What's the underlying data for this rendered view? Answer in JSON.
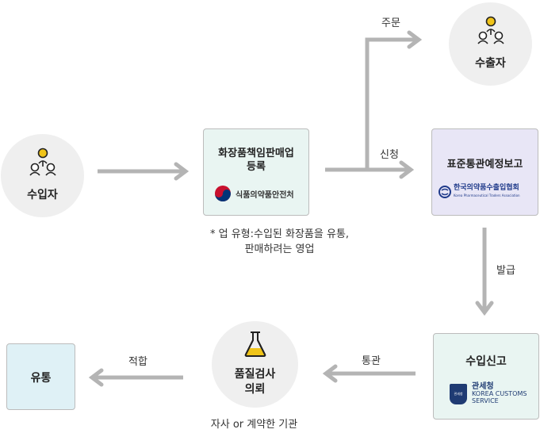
{
  "nodes": {
    "importer": {
      "label": "수입자"
    },
    "exporter": {
      "label": "수출자"
    },
    "registration": {
      "label_line1": "화장품책임판매업",
      "label_line2": "등록",
      "org": "식품의약품안전처"
    },
    "standard_report": {
      "label": "표준통관예정보고",
      "org": "한국의약품수출입협회",
      "org_en": "Korea Pharmaceutical Traders Association"
    },
    "import_declaration": {
      "label": "수입신고",
      "org_ko": "관세청",
      "org_en_1": "KOREA CUSTOMS",
      "org_en_2": "SERVICE",
      "emblem_text": "관세청"
    },
    "quality_inspection": {
      "label_line1": "품질검사",
      "label_line2": "의뢰"
    },
    "distribution": {
      "label": "유통"
    }
  },
  "edges": {
    "order": "주문",
    "apply": "신청",
    "issue": "발급",
    "clearance": "통관",
    "pass": "적합"
  },
  "notes": {
    "business_type_line1": "* 업 유형:수입된 화장품을 유통,",
    "business_type_line2": "판매하려는 영업",
    "inspector": "자사 or 계약한 기관"
  },
  "colors": {
    "arrow": "#b4b4b4",
    "circle_bg": "#efefef",
    "registration_bg": "#e9f5f2",
    "standard_report_bg": "#e8e6f6",
    "import_bg": "#e9f5f2",
    "distribution_bg": "#dff1f6",
    "person_head": "#f0c419"
  }
}
